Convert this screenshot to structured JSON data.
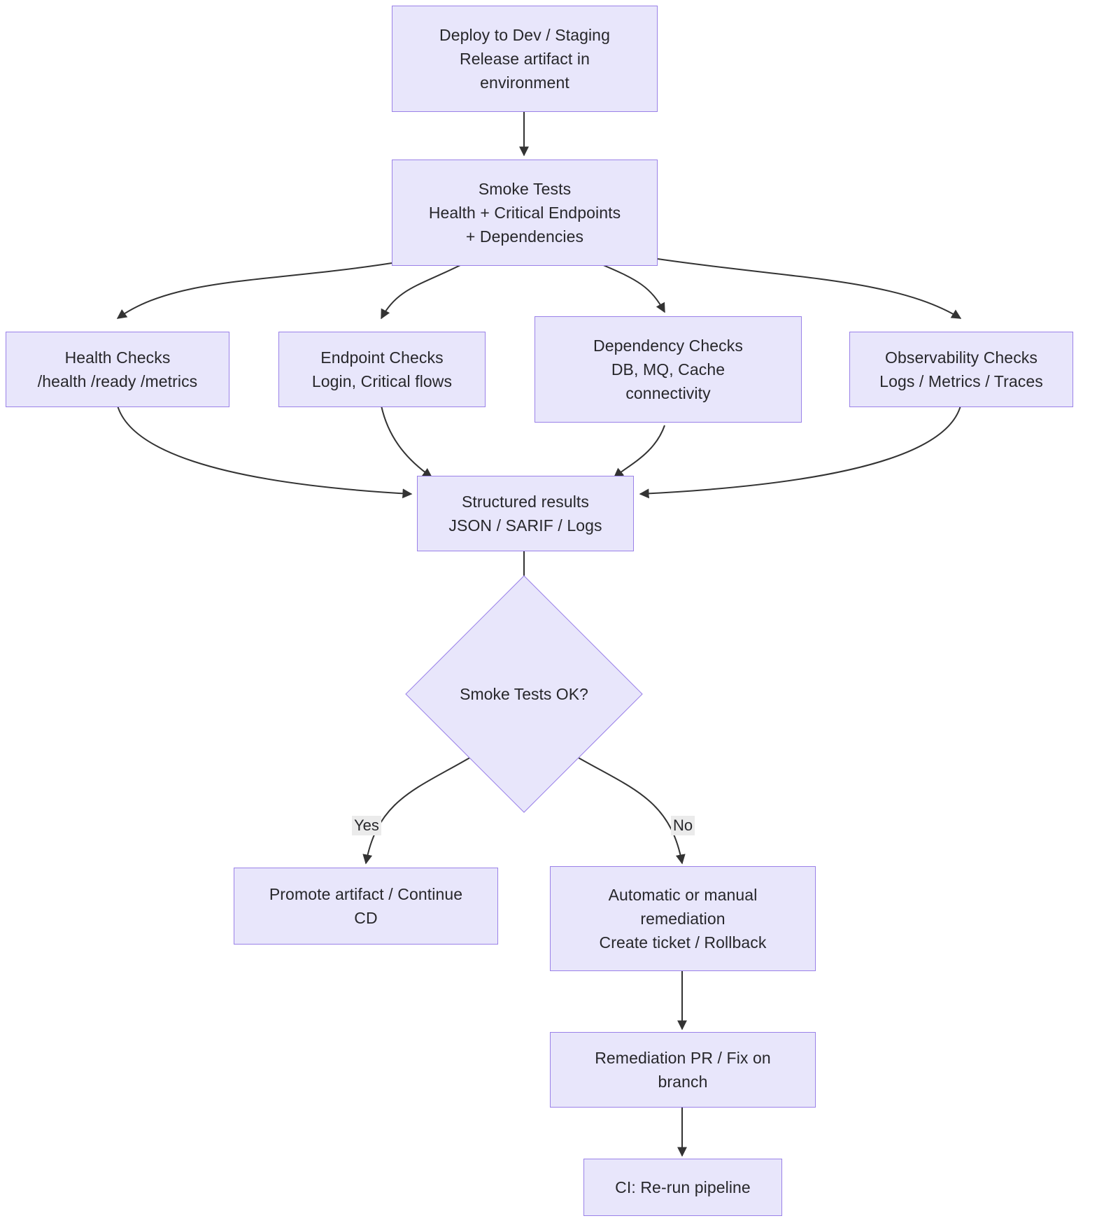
{
  "diagram": {
    "title": "Smoke Test Pipeline Flowchart",
    "type": "flowchart",
    "colors": {
      "node_fill": "#e8e6fb",
      "node_border": "#9a81e8",
      "text": "#27272b",
      "edge": "#333333",
      "edge_label_bg": "#ebebeb",
      "background": "#ffffff"
    },
    "nodes": [
      {
        "id": "deploy",
        "shape": "rect",
        "lines": [
          "Deploy to Dev / Staging",
          "Release artifact in",
          "environment"
        ]
      },
      {
        "id": "smoke_tests",
        "shape": "rect",
        "lines": [
          "Smoke Tests",
          "Health + Critical Endpoints",
          "+ Dependencies"
        ]
      },
      {
        "id": "health_checks",
        "shape": "rect",
        "lines": [
          "Health Checks",
          "/health /ready /metrics"
        ]
      },
      {
        "id": "endpoint_checks",
        "shape": "rect",
        "lines": [
          "Endpoint Checks",
          "Login, Critical flows"
        ]
      },
      {
        "id": "dependency_checks",
        "shape": "rect",
        "lines": [
          "Dependency Checks",
          "DB, MQ, Cache",
          "connectivity"
        ]
      },
      {
        "id": "observability_checks",
        "shape": "rect",
        "lines": [
          "Observability Checks",
          "Logs / Metrics / Traces"
        ]
      },
      {
        "id": "structured_results",
        "shape": "rect",
        "lines": [
          "Structured results",
          "JSON / SARIF / Logs"
        ]
      },
      {
        "id": "decision",
        "shape": "diamond",
        "lines": [
          "Smoke Tests OK?"
        ]
      },
      {
        "id": "promote",
        "shape": "rect",
        "lines": [
          "Promote artifact / Continue",
          "CD"
        ]
      },
      {
        "id": "remediation",
        "shape": "rect",
        "lines": [
          "Automatic or manual",
          "remediation",
          "Create ticket / Rollback"
        ]
      },
      {
        "id": "remediation_pr",
        "shape": "rect",
        "lines": [
          "Remediation PR / Fix on",
          "branch"
        ]
      },
      {
        "id": "ci_rerun",
        "shape": "rect",
        "lines": [
          "CI: Re-run pipeline"
        ]
      }
    ],
    "edge_labels": {
      "yes": "Yes",
      "no": "No"
    },
    "edges": [
      {
        "from": "deploy",
        "to": "smoke_tests",
        "label": ""
      },
      {
        "from": "smoke_tests",
        "to": "health_checks",
        "label": ""
      },
      {
        "from": "smoke_tests",
        "to": "endpoint_checks",
        "label": ""
      },
      {
        "from": "smoke_tests",
        "to": "dependency_checks",
        "label": ""
      },
      {
        "from": "smoke_tests",
        "to": "observability_checks",
        "label": ""
      },
      {
        "from": "health_checks",
        "to": "structured_results",
        "label": ""
      },
      {
        "from": "endpoint_checks",
        "to": "structured_results",
        "label": ""
      },
      {
        "from": "dependency_checks",
        "to": "structured_results",
        "label": ""
      },
      {
        "from": "observability_checks",
        "to": "structured_results",
        "label": ""
      },
      {
        "from": "structured_results",
        "to": "decision",
        "label": ""
      },
      {
        "from": "decision",
        "to": "promote",
        "label": "Yes"
      },
      {
        "from": "decision",
        "to": "remediation",
        "label": "No"
      },
      {
        "from": "remediation",
        "to": "remediation_pr",
        "label": ""
      },
      {
        "from": "remediation_pr",
        "to": "ci_rerun",
        "label": ""
      }
    ]
  }
}
